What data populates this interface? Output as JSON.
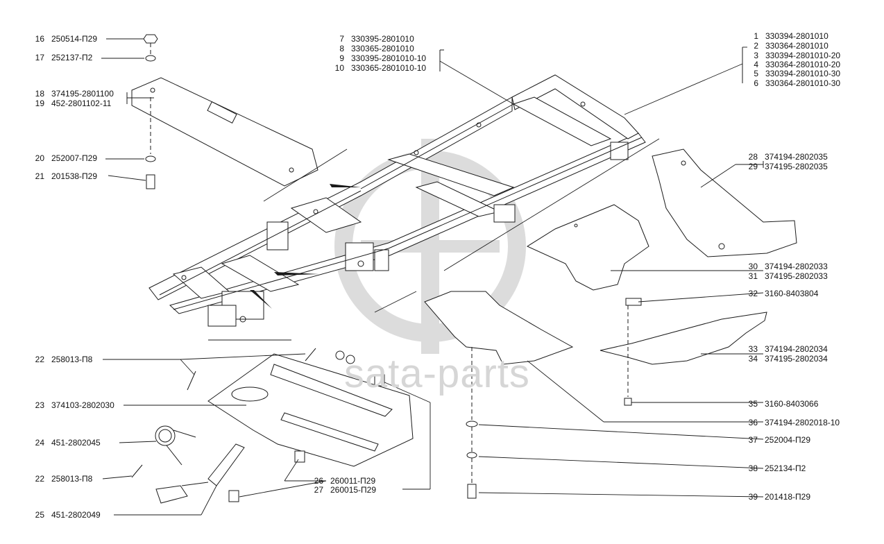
{
  "watermark": "sata-parts",
  "callouts_left": [
    {
      "num": "16",
      "code": "250514-П29"
    },
    {
      "num": "17",
      "code": "252137-П2"
    },
    {
      "num": "18",
      "code": "374195-2801100"
    },
    {
      "num": "19",
      "code": "452-2801102-11"
    },
    {
      "num": "20",
      "code": "252007-П29"
    },
    {
      "num": "21",
      "code": "201538-П29"
    },
    {
      "num": "22",
      "code": "258013-П8"
    },
    {
      "num": "23",
      "code": "374103-2802030"
    },
    {
      "num": "24",
      "code": "451-2802045"
    },
    {
      "num": "22",
      "code": "258013-П8"
    },
    {
      "num": "25",
      "code": "451-2802049"
    }
  ],
  "callouts_top": [
    {
      "num": "7",
      "code": "330395-2801010"
    },
    {
      "num": "8",
      "code": "330365-2801010"
    },
    {
      "num": "9",
      "code": "330395-2801010-10"
    },
    {
      "num": "10",
      "code": "330365-2801010-10"
    }
  ],
  "callouts_right_top": [
    {
      "num": "1",
      "code": "330394-2801010"
    },
    {
      "num": "2",
      "code": "330364-2801010"
    },
    {
      "num": "3",
      "code": "330394-2801010-20"
    },
    {
      "num": "4",
      "code": "330364-2801010-20"
    },
    {
      "num": "5",
      "code": "330394-2801010-30"
    },
    {
      "num": "6",
      "code": "330364-2801010-30"
    }
  ],
  "callouts_right": [
    {
      "num": "28",
      "code": "374194-2802035"
    },
    {
      "num": "29",
      "code": "374195-2802035"
    },
    {
      "num": "30",
      "code": "374194-2802033"
    },
    {
      "num": "31",
      "code": "374195-2802033"
    },
    {
      "num": "32",
      "code": "3160-8403804"
    },
    {
      "num": "33",
      "code": "374194-2802034"
    },
    {
      "num": "34",
      "code": "374195-2802034"
    },
    {
      "num": "35",
      "code": "3160-8403066"
    },
    {
      "num": "36",
      "code": "374194-2802018-10"
    },
    {
      "num": "37",
      "code": "252004-П29"
    },
    {
      "num": "38",
      "code": "252134-П2"
    },
    {
      "num": "39",
      "code": "201418-П29"
    }
  ],
  "callouts_bottom_mid": [
    {
      "num": "26",
      "code": "260011-П29"
    },
    {
      "num": "27",
      "code": "260015-П29"
    }
  ]
}
